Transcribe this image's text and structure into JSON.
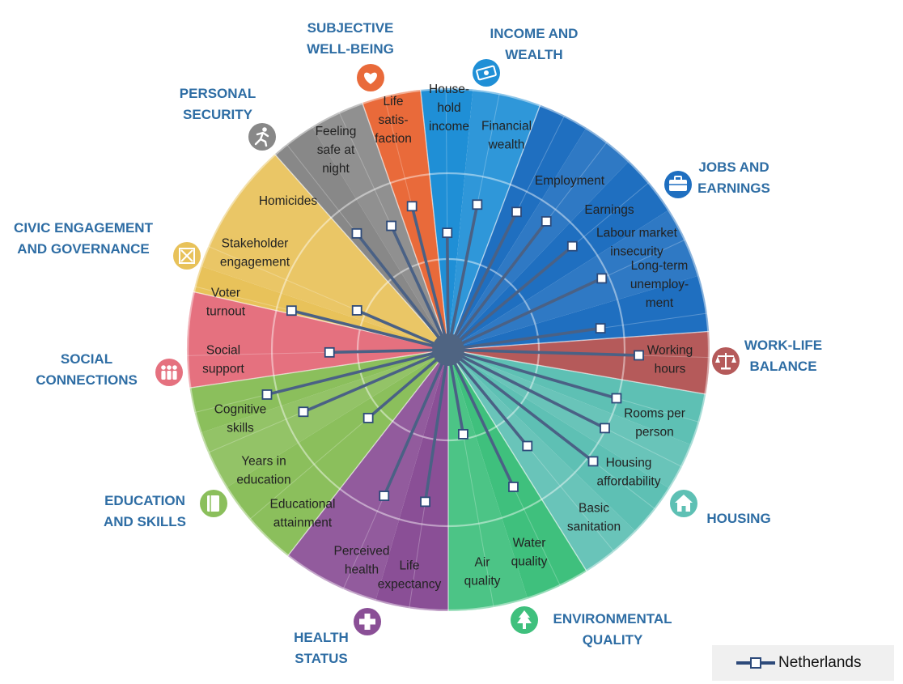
{
  "chart_data": {
    "type": "radial-bar",
    "series": [
      {
        "name": "Netherlands"
      }
    ],
    "dimensions": [
      {
        "id": "income",
        "name_lines": [
          "INCOME AND",
          "WEALTH"
        ],
        "color": "#1f8fd6",
        "icon": "money-icon",
        "indicators": [
          {
            "name_lines": [
              "House-",
              "hold",
              "income"
            ],
            "value": 0.51
          },
          {
            "name_lines": [
              "Financial",
              "wealth"
            ],
            "value": 0.67
          }
        ]
      },
      {
        "id": "jobs",
        "name_lines": [
          "JOBS AND",
          "EARNINGS"
        ],
        "color": "#1f6fc0",
        "icon": "briefcase-icon",
        "indicators": [
          {
            "name_lines": [
              "Employment"
            ],
            "value": 0.7
          },
          {
            "name_lines": [
              "Earnings"
            ],
            "value": 0.74
          },
          {
            "name_lines": [
              "Labour market",
              "insecurity"
            ],
            "value": 0.74
          },
          {
            "name_lines": [
              "Long-term",
              "unemploy-",
              "ment"
            ],
            "value": 0.78
          },
          {
            "name_lines": [],
            "value": 0.7
          }
        ]
      },
      {
        "id": "worklife",
        "name_lines": [
          "WORK-LIFE",
          "BALANCE"
        ],
        "color": "#b55a5a",
        "icon": "scales-icon",
        "indicators": [
          {
            "name_lines": [
              "Working",
              "hours"
            ],
            "value": 0.89
          }
        ]
      },
      {
        "id": "housing",
        "name_lines": [
          "HOUSING"
        ],
        "color": "#5ec0b4",
        "icon": "house-icon",
        "indicators": [
          {
            "name_lines": [],
            "value": 0.81
          },
          {
            "name_lines": [
              "Rooms per",
              "person"
            ],
            "value": 0.81
          },
          {
            "name_lines": [
              "Housing",
              "affordability"
            ],
            "value": 0.85
          },
          {
            "name_lines": [
              "Basic",
              "sanitation"
            ],
            "value": 0.55
          }
        ]
      },
      {
        "id": "env",
        "name_lines": [
          "ENVIRONMENTAL",
          "QUALITY"
        ],
        "color": "#3fc07d",
        "icon": "tree-icon",
        "indicators": [
          {
            "name_lines": [
              "Water",
              "quality"
            ],
            "value": 0.69
          },
          {
            "name_lines": [
              "Air",
              "quality"
            ],
            "value": 0.35
          }
        ]
      },
      {
        "id": "health",
        "name_lines": [
          "HEALTH",
          "STATUS"
        ],
        "color": "#8a4f96",
        "icon": "cross-icon",
        "indicators": [
          {
            "name_lines": [
              "Life",
              "expectancy"
            ],
            "value": 0.7
          },
          {
            "name_lines": [
              "Perceived",
              "health"
            ],
            "value": 0.73
          }
        ]
      },
      {
        "id": "edu",
        "name_lines": [
          "EDUCATION",
          "AND SKILLS"
        ],
        "color": "#8bbf5c",
        "icon": "book-icon",
        "indicators": [
          {
            "name_lines": [
              "Educational",
              "attainment"
            ],
            "value": 0.45
          },
          {
            "name_lines": [
              "Years in",
              "education"
            ],
            "value": 0.72
          },
          {
            "name_lines": [
              "Cognitive",
              "skills"
            ],
            "value": 0.87
          }
        ]
      },
      {
        "id": "social",
        "name_lines": [
          "SOCIAL",
          "CONNECTIONS"
        ],
        "color": "#e5717f",
        "icon": "people-icon",
        "indicators": [
          {
            "name_lines": [
              "Social",
              "support"
            ],
            "value": 0.52
          }
        ]
      },
      {
        "id": "civic",
        "name_lines": [
          "CIVIC  ENGAGEMENT",
          "AND  GOVERNANCE"
        ],
        "color": "#e8c25a",
        "icon": "ballot-icon",
        "indicators": [
          {
            "name_lines": [
              "Voter",
              "turnout"
            ],
            "value": 0.74
          },
          {
            "name_lines": [
              "Stakeholder",
              "engagement"
            ],
            "value": 0.42
          }
        ]
      },
      {
        "id": "security",
        "name_lines": [
          "PERSONAL",
          "SECURITY"
        ],
        "color": "#888888",
        "icon": "runner-icon",
        "indicators": [
          {
            "name_lines": [
              "Homicides"
            ],
            "value": 0.67
          },
          {
            "name_lines": [
              "Feeling",
              "safe at",
              "night"
            ],
            "value": 0.61
          }
        ]
      },
      {
        "id": "wellbeing",
        "name_lines": [
          "SUBJECTIVE",
          "WELL-BEING"
        ],
        "color": "#e96a3a",
        "icon": "heart-icon",
        "indicators": [
          {
            "name_lines": [
              "Life",
              "satis-",
              "faction"
            ],
            "value": 0.67
          }
        ]
      }
    ]
  },
  "legend": {
    "label": "Netherlands"
  }
}
